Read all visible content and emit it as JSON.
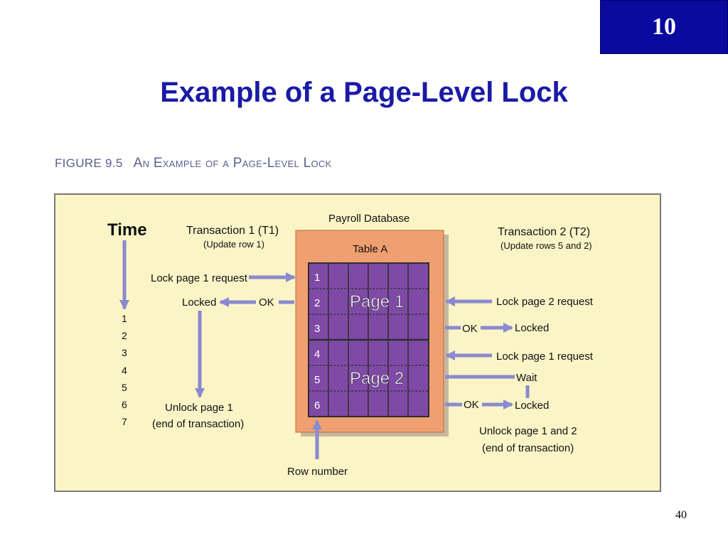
{
  "slide": {
    "chapter_number": "10",
    "title": "Example of a Page-Level Lock",
    "page_number": "40"
  },
  "figure": {
    "number": "FIGURE 9.5",
    "title": "An Example of a Page-Level Lock"
  },
  "diagram": {
    "time_label": "Time",
    "time_steps": [
      "1",
      "2",
      "3",
      "4",
      "5",
      "6",
      "7"
    ],
    "database_label": "Payroll Database",
    "table_label": "Table A",
    "row_numbers": [
      "1",
      "2",
      "3",
      "4",
      "5",
      "6"
    ],
    "page_labels": [
      "Page 1",
      "Page 2"
    ],
    "row_number_label": "Row number",
    "t1": {
      "title": "Transaction 1 (T1)",
      "subtitle": "(Update row 1)",
      "lock_request": "Lock page 1 request",
      "ok": "OK",
      "locked": "Locked",
      "unlock_line1": "Unlock page 1",
      "unlock_line2": "(end of transaction)"
    },
    "t2": {
      "title": "Transaction 2 (T2)",
      "subtitle": "(Update rows 5 and 2)",
      "lock_page2_request": "Lock page 2 request",
      "ok1": "OK",
      "locked1": "Locked",
      "lock_page1_request": "Lock page 1 request",
      "wait": "Wait",
      "ok2": "OK",
      "locked2": "Locked",
      "unlock_line1": "Unlock page 1 and 2",
      "unlock_line2": "(end of transaction)"
    }
  },
  "colors": {
    "title_blue": "#1a1aa6",
    "chapter_box": "#0a0a9e",
    "panel_background": "#fbf4c7",
    "database_orange": "#f0a070",
    "grid_purple": "#7f4aa6",
    "arrow_blue": "#8a8ad0"
  }
}
